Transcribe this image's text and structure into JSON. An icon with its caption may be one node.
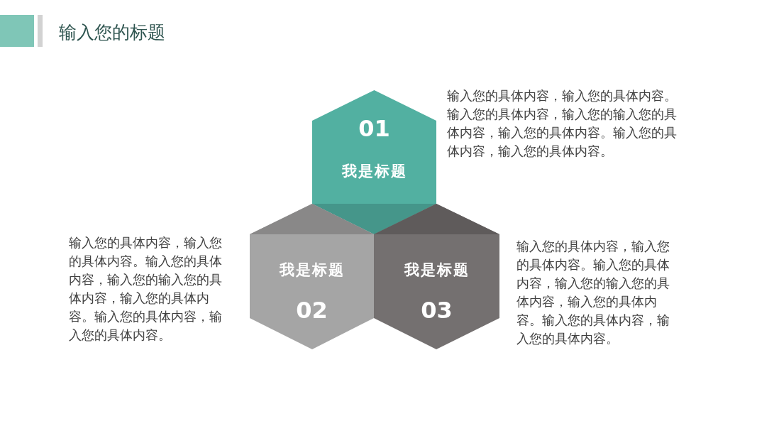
{
  "diagram": {
    "title": "输入您的标题",
    "nodes": [
      {
        "text": [
          "01",
          "我是标题"
        ],
        "beside": [
          "输入您的具体内容，输入您的具体内容。输入您的具体内容，输入您的输入您的具体内容，输入您的具体内容。输入您的具体内容，输入您的具体内容。"
        ]
      },
      {
        "text": [
          "我是标题",
          "02"
        ],
        "beside": [
          "输入您的具体内容，输入您的具体内容。输入您的具体内容，输入您的输入您的具体内容，输入您的具体内容。输入您的具体内容，输入您的具体内容。"
        ]
      },
      {
        "text": [
          "我是标题",
          "03"
        ],
        "beside": [
          "输入您的具体内容，输入您的具体内容。输入您的具体内容，输入您的输入您的具体内容，输入您的具体内容。输入您的具体内容，输入您的具体内容。"
        ]
      }
    ]
  }
}
